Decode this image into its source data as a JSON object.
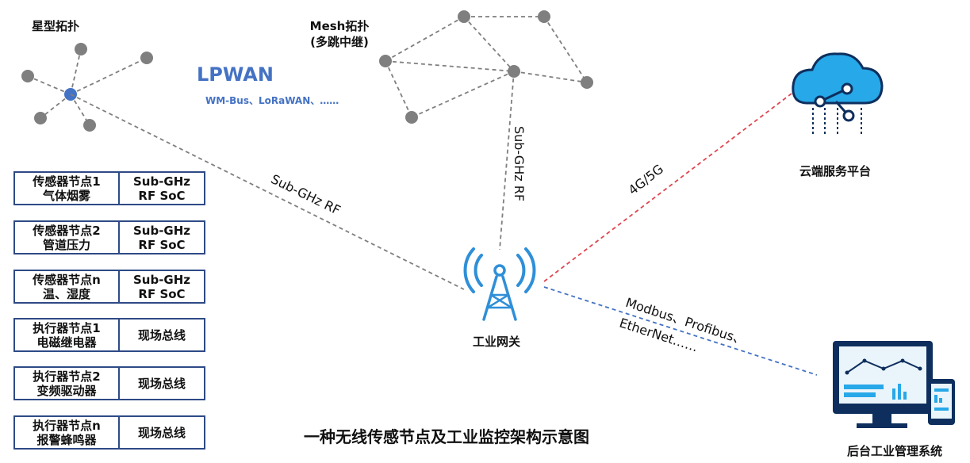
{
  "title": "一种无线传感节点及工业监控架构示意图",
  "star": {
    "title": "星型拓扑"
  },
  "mesh": {
    "title": "Mesh拓扑",
    "subtitle": "(多跳中继)"
  },
  "lpwan": {
    "title": "LPWAN",
    "subtitle": "WM-Bus、LoRaWAN、……"
  },
  "links": {
    "star_link": "Sub-GHz  RF",
    "mesh_link": "Sub-GHz  RF",
    "cloud_link": "4G/5G",
    "backend_link_1": "Modbus、Profibus、",
    "backend_link_2": "EtherNet……"
  },
  "gateway": {
    "label": "工业网关",
    "icon": "antenna-tower-icon"
  },
  "cloud": {
    "label": "云端服务平台",
    "icon": "cloud-network-icon"
  },
  "backend": {
    "label": "后台工业管理系统",
    "icon": "monitor-tablet-icon"
  },
  "nodes": [
    {
      "name": "传感器节点1",
      "desc": "气体烟雾",
      "comm1": "Sub-GHz",
      "comm2": "RF SoC"
    },
    {
      "name": "传感器节点2",
      "desc": "管道压力",
      "comm1": "Sub-GHz",
      "comm2": "RF SoC"
    },
    {
      "name": "传感器节点n",
      "desc": "温、湿度",
      "comm1": "Sub-GHz",
      "comm2": "RF SoC"
    },
    {
      "name": "执行器节点1",
      "desc": "电磁继电器",
      "comm1": "现场总线",
      "comm2": ""
    },
    {
      "name": "执行器节点2",
      "desc": "变频驱动器",
      "comm1": "现场总线",
      "comm2": ""
    },
    {
      "name": "执行器节点n",
      "desc": "报警蜂鸣器",
      "comm1": "现场总线",
      "comm2": ""
    }
  ],
  "colors": {
    "node_gray": "#7f7f7f",
    "hub_blue": "#4472c4",
    "table_border": "#2e4a86",
    "cloud_link": "#e0454f",
    "backend_link": "#4472c4",
    "cloud_fill": "#27a8e8"
  }
}
